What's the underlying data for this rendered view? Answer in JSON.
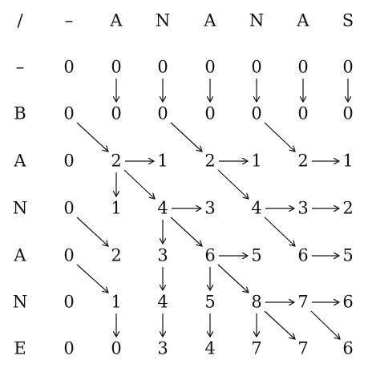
{
  "column_headers": [
    "/",
    "–",
    "A",
    "N",
    "A",
    "N",
    "A",
    "S"
  ],
  "row_headers": [
    "–",
    "B",
    "A",
    "N",
    "A",
    "N",
    "E"
  ],
  "matrix": [
    [
      "0",
      "0",
      "0",
      "0",
      "0",
      "0",
      "0"
    ],
    [
      "0",
      "0",
      "0",
      "0",
      "0",
      "0",
      "0"
    ],
    [
      "0",
      "2",
      "1",
      "2",
      "1",
      "2",
      "1"
    ],
    [
      "0",
      "1",
      "4",
      "3",
      "4",
      "3",
      "2"
    ],
    [
      "0",
      "2",
      "3",
      "6",
      "5",
      "6",
      "5"
    ],
    [
      "0",
      "1",
      "4",
      "5",
      "8",
      "7",
      "6"
    ],
    [
      "0",
      "0",
      "3",
      "4",
      "7",
      "7",
      "6"
    ]
  ],
  "arrows": [
    {
      "from": [
        0,
        1
      ],
      "to": [
        1,
        1
      ],
      "dir": "down"
    },
    {
      "from": [
        0,
        2
      ],
      "to": [
        1,
        2
      ],
      "dir": "down"
    },
    {
      "from": [
        0,
        3
      ],
      "to": [
        1,
        3
      ],
      "dir": "down"
    },
    {
      "from": [
        0,
        4
      ],
      "to": [
        1,
        4
      ],
      "dir": "down"
    },
    {
      "from": [
        0,
        5
      ],
      "to": [
        1,
        5
      ],
      "dir": "down"
    },
    {
      "from": [
        0,
        6
      ],
      "to": [
        1,
        6
      ],
      "dir": "down"
    },
    {
      "from": [
        1,
        0
      ],
      "to": [
        2,
        1
      ],
      "dir": "diag"
    },
    {
      "from": [
        1,
        2
      ],
      "to": [
        2,
        3
      ],
      "dir": "diag"
    },
    {
      "from": [
        1,
        4
      ],
      "to": [
        2,
        5
      ],
      "dir": "diag"
    },
    {
      "from": [
        2,
        1
      ],
      "to": [
        2,
        2
      ],
      "dir": "right"
    },
    {
      "from": [
        2,
        3
      ],
      "to": [
        2,
        4
      ],
      "dir": "right"
    },
    {
      "from": [
        2,
        5
      ],
      "to": [
        2,
        6
      ],
      "dir": "right"
    },
    {
      "from": [
        2,
        1
      ],
      "to": [
        3,
        1
      ],
      "dir": "down"
    },
    {
      "from": [
        2,
        1
      ],
      "to": [
        3,
        2
      ],
      "dir": "diag"
    },
    {
      "from": [
        2,
        3
      ],
      "to": [
        3,
        4
      ],
      "dir": "diag"
    },
    {
      "from": [
        3,
        2
      ],
      "to": [
        3,
        3
      ],
      "dir": "right"
    },
    {
      "from": [
        3,
        4
      ],
      "to": [
        3,
        5
      ],
      "dir": "right"
    },
    {
      "from": [
        3,
        5
      ],
      "to": [
        3,
        6
      ],
      "dir": "right"
    },
    {
      "from": [
        3,
        0
      ],
      "to": [
        4,
        1
      ],
      "dir": "diag"
    },
    {
      "from": [
        3,
        2
      ],
      "to": [
        4,
        2
      ],
      "dir": "down"
    },
    {
      "from": [
        3,
        2
      ],
      "to": [
        4,
        3
      ],
      "dir": "diag"
    },
    {
      "from": [
        3,
        4
      ],
      "to": [
        4,
        5
      ],
      "dir": "diag"
    },
    {
      "from": [
        4,
        3
      ],
      "to": [
        4,
        4
      ],
      "dir": "right"
    },
    {
      "from": [
        4,
        5
      ],
      "to": [
        4,
        6
      ],
      "dir": "right"
    },
    {
      "from": [
        4,
        0
      ],
      "to": [
        5,
        1
      ],
      "dir": "diag"
    },
    {
      "from": [
        4,
        2
      ],
      "to": [
        5,
        2
      ],
      "dir": "down"
    },
    {
      "from": [
        4,
        3
      ],
      "to": [
        5,
        3
      ],
      "dir": "down"
    },
    {
      "from": [
        4,
        3
      ],
      "to": [
        5,
        4
      ],
      "dir": "diag"
    },
    {
      "from": [
        5,
        4
      ],
      "to": [
        5,
        5
      ],
      "dir": "right"
    },
    {
      "from": [
        5,
        5
      ],
      "to": [
        5,
        6
      ],
      "dir": "right"
    },
    {
      "from": [
        5,
        1
      ],
      "to": [
        6,
        1
      ],
      "dir": "down"
    },
    {
      "from": [
        5,
        2
      ],
      "to": [
        6,
        2
      ],
      "dir": "down"
    },
    {
      "from": [
        5,
        3
      ],
      "to": [
        6,
        3
      ],
      "dir": "down"
    },
    {
      "from": [
        5,
        4
      ],
      "to": [
        6,
        4
      ],
      "dir": "down"
    },
    {
      "from": [
        5,
        4
      ],
      "to": [
        6,
        5
      ],
      "dir": "diag"
    },
    {
      "from": [
        5,
        5
      ],
      "to": [
        6,
        6
      ],
      "dir": "diag"
    }
  ]
}
